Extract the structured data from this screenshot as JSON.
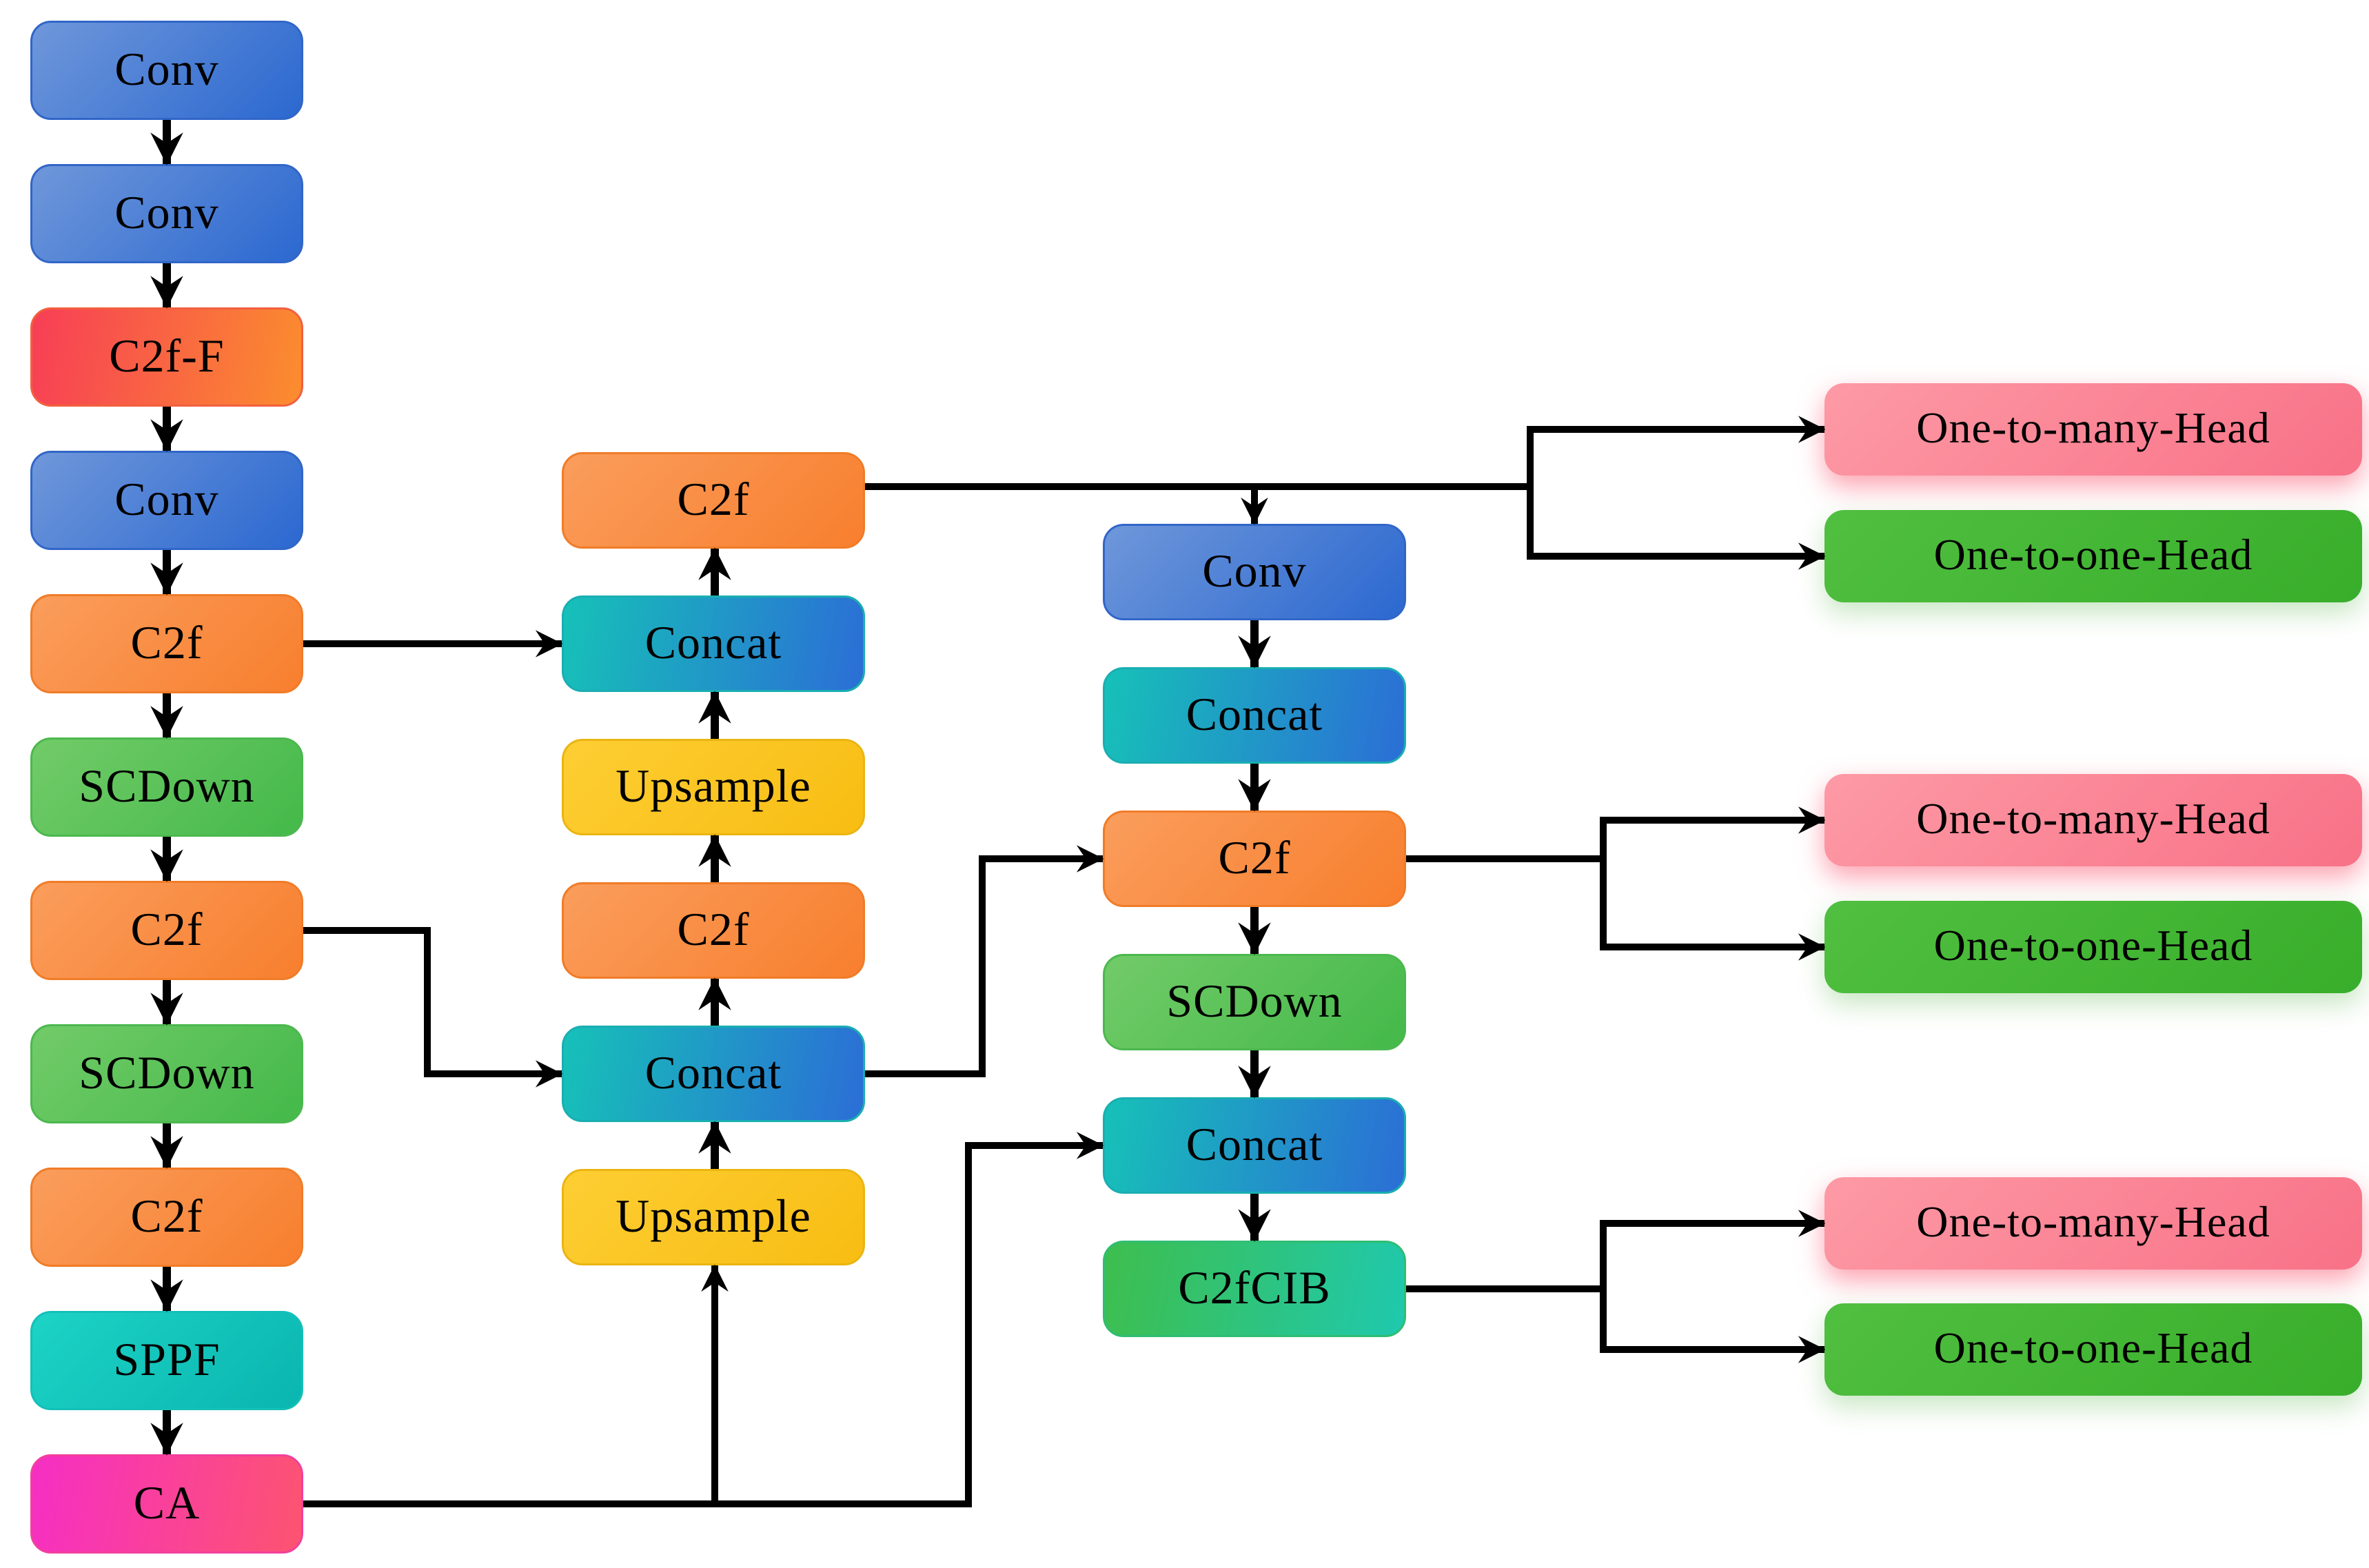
{
  "figure": {
    "background": "#ffffff",
    "edge_color": "#000000"
  },
  "palette": {
    "conv": {
      "from": "#6f97da",
      "to": "#2b68d0",
      "border": "#3166c8"
    },
    "c2f": {
      "from": "#fa9d5c",
      "to": "#f87f2e",
      "border": "#f07c28"
    },
    "c2f_f": {
      "from": "#f73e56",
      "to": "#fb8d2e",
      "border": "#f2603f"
    },
    "scdown": {
      "from": "#72cb68",
      "to": "#44b94a",
      "border": "#4cb84f"
    },
    "sppf": {
      "from": "#1cd3c5",
      "to": "#0ab6b0",
      "border": "#12c0b8"
    },
    "ca": {
      "from": "#f62ec4",
      "to": "#fd5470",
      "border": "#f23f9d"
    },
    "concat": {
      "from": "#16c1b8",
      "to": "#2b6ed6",
      "border": "#1aaeb2"
    },
    "upsample": {
      "from": "#fdce33",
      "to": "#f8bd13",
      "border": "#eab512"
    },
    "c2fcib": {
      "from": "#3ebe4d",
      "to": "#1fc9ae",
      "border": "#2fbd73"
    },
    "head_many": {
      "from": "#fd9aa5",
      "to": "#f87187",
      "glow": "rgba(250,113,135,0.65)"
    },
    "head_one": {
      "from": "#51bf40",
      "to": "#38ae2b",
      "glow": "rgba(76,175,60,0.30)"
    }
  },
  "nodes": [
    {
      "id": "b1",
      "label": "Conv",
      "color": "conv"
    },
    {
      "id": "b2",
      "label": "Conv",
      "color": "conv"
    },
    {
      "id": "b3",
      "label": "C2f-F",
      "color": "c2f_f"
    },
    {
      "id": "b4",
      "label": "Conv",
      "color": "conv"
    },
    {
      "id": "b5",
      "label": "C2f",
      "color": "c2f"
    },
    {
      "id": "b6",
      "label": "SCDown",
      "color": "scdown"
    },
    {
      "id": "b7",
      "label": "C2f",
      "color": "c2f"
    },
    {
      "id": "b8",
      "label": "SCDown",
      "color": "scdown"
    },
    {
      "id": "b9",
      "label": "C2f",
      "color": "c2f"
    },
    {
      "id": "b10",
      "label": "SPPF",
      "color": "sppf"
    },
    {
      "id": "b11",
      "label": "CA",
      "color": "ca"
    },
    {
      "id": "n1",
      "label": "C2f",
      "color": "c2f"
    },
    {
      "id": "n2",
      "label": "Concat",
      "color": "concat"
    },
    {
      "id": "n3",
      "label": "Upsample",
      "color": "upsample"
    },
    {
      "id": "n4",
      "label": "C2f",
      "color": "c2f"
    },
    {
      "id": "n5",
      "label": "Concat",
      "color": "concat"
    },
    {
      "id": "n6",
      "label": "Upsample",
      "color": "upsample"
    },
    {
      "id": "r1",
      "label": "Conv",
      "color": "conv"
    },
    {
      "id": "r2",
      "label": "Concat",
      "color": "concat"
    },
    {
      "id": "r3",
      "label": "C2f",
      "color": "c2f"
    },
    {
      "id": "r4",
      "label": "SCDown",
      "color": "scdown"
    },
    {
      "id": "r5",
      "label": "Concat",
      "color": "concat"
    },
    {
      "id": "r6",
      "label": "C2fCIB",
      "color": "c2fcib"
    },
    {
      "id": "h1",
      "label": "One-to-many-Head",
      "color": "head_many"
    },
    {
      "id": "h2",
      "label": "One-to-one-Head",
      "color": "head_one"
    },
    {
      "id": "h3",
      "label": "One-to-many-Head",
      "color": "head_many"
    },
    {
      "id": "h4",
      "label": "One-to-one-Head",
      "color": "head_one"
    },
    {
      "id": "h5",
      "label": "One-to-many-Head",
      "color": "head_many"
    },
    {
      "id": "h6",
      "label": "One-to-one-Head",
      "color": "head_one"
    }
  ],
  "edges": [
    {
      "from": "b1",
      "to": "b2"
    },
    {
      "from": "b2",
      "to": "b3"
    },
    {
      "from": "b3",
      "to": "b4"
    },
    {
      "from": "b4",
      "to": "b5"
    },
    {
      "from": "b5",
      "to": "b6"
    },
    {
      "from": "b6",
      "to": "b7"
    },
    {
      "from": "b7",
      "to": "b8"
    },
    {
      "from": "b8",
      "to": "b9"
    },
    {
      "from": "b9",
      "to": "b10"
    },
    {
      "from": "b10",
      "to": "b11"
    },
    {
      "from": "n6",
      "to": "n5"
    },
    {
      "from": "n5",
      "to": "n4"
    },
    {
      "from": "n4",
      "to": "n3"
    },
    {
      "from": "n3",
      "to": "n2"
    },
    {
      "from": "n2",
      "to": "n1"
    },
    {
      "from": "r1",
      "to": "r2"
    },
    {
      "from": "r2",
      "to": "r3"
    },
    {
      "from": "r3",
      "to": "r4"
    },
    {
      "from": "r4",
      "to": "r5"
    },
    {
      "from": "r5",
      "to": "r6"
    },
    {
      "from": "b5",
      "to": "n2"
    },
    {
      "from": "b7",
      "to": "n5"
    },
    {
      "from": "n5",
      "to": "r3"
    },
    {
      "from": "b11",
      "to": "n6"
    },
    {
      "from": "b11",
      "to": "r5"
    },
    {
      "from": "n1",
      "to": "r1"
    },
    {
      "from": "n1",
      "to": "h1"
    },
    {
      "from": "n1",
      "to": "h2"
    },
    {
      "from": "r3",
      "to": "h3"
    },
    {
      "from": "r3",
      "to": "h4"
    },
    {
      "from": "r6",
      "to": "h5"
    },
    {
      "from": "r6",
      "to": "h6"
    }
  ]
}
